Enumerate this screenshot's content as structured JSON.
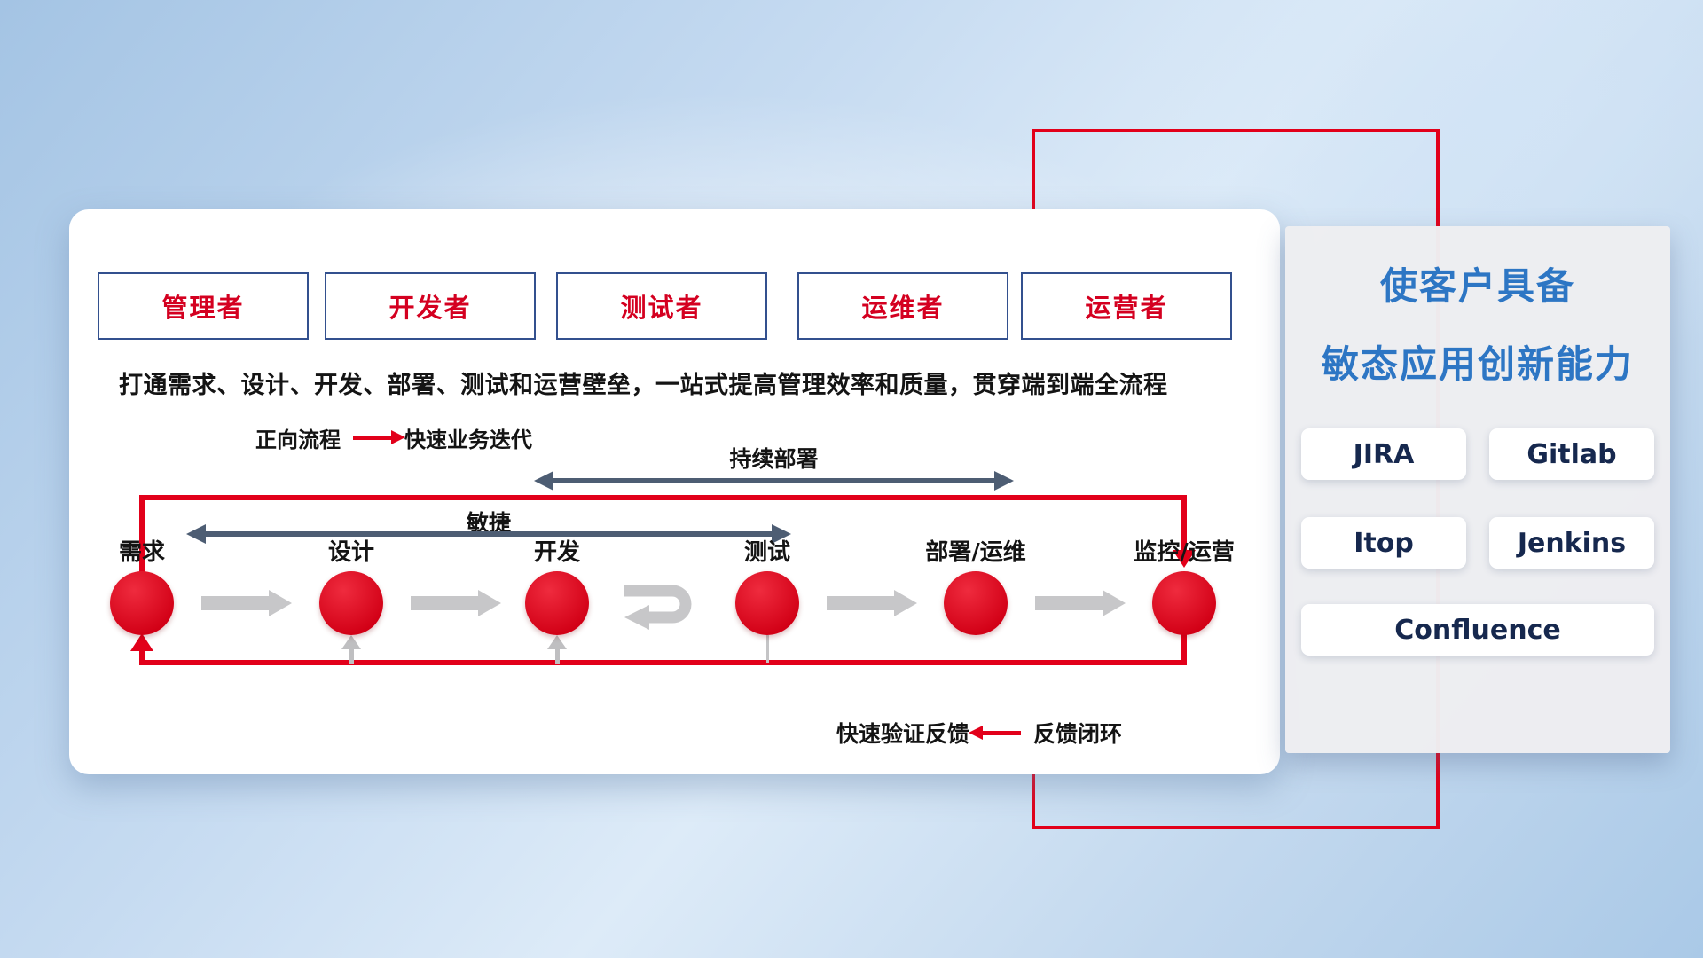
{
  "colors": {
    "accent_red": "#e2001a",
    "box_border_navy": "#33508e",
    "title_blue": "#2d76c4",
    "slate_arrow": "#4d5d73",
    "gray_arrow": "#c7c7c9",
    "button_text_navy": "#16284e"
  },
  "roles": [
    "管理者",
    "开发者",
    "测试者",
    "运维者",
    "运营者"
  ],
  "description": "打通需求、设计、开发、部署、测试和运营壁垒，一站式提高管理效率和质量，贯穿端到端全流程",
  "legend_forward": {
    "label": "正向流程",
    "value": "快速业务迭代"
  },
  "flow_labels": {
    "continuous_deployment": "持续部署",
    "agile": "敏捷"
  },
  "stages": [
    "需求",
    "设计",
    "开发",
    "测试",
    "部署/运维",
    "监控/运营"
  ],
  "legend_feedback": {
    "value": "快速验证反馈",
    "label": "反馈闭环"
  },
  "capability_panel": {
    "title_line1": "使客户具备",
    "title_line2": "敏态应用创新能力",
    "tools": [
      "JIRA",
      "Gitlab",
      "Itop",
      "Jenkins",
      "Confluence"
    ]
  }
}
